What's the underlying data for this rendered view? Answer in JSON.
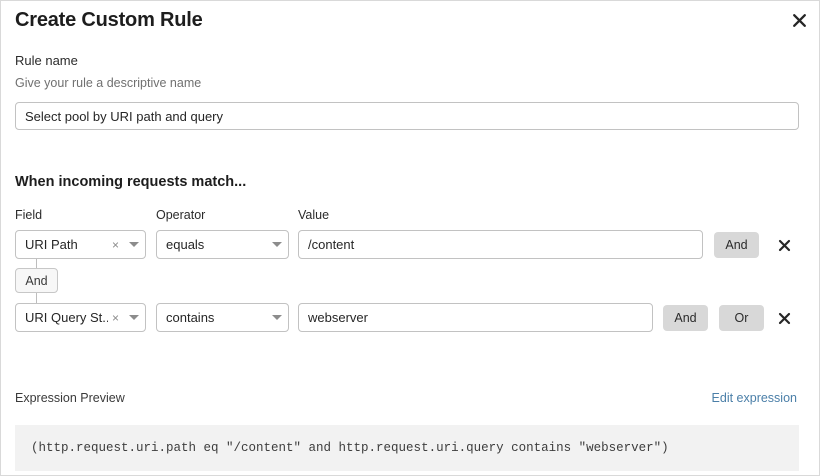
{
  "dialog": {
    "title": "Create Custom Rule",
    "close_icon": "close-icon"
  },
  "rule_name": {
    "label": "Rule name",
    "sublabel": "Give your rule a descriptive name",
    "value": "Select pool by URI path and query",
    "placeholder": "Select pool by URI path and query"
  },
  "conditions": {
    "heading": "When incoming requests match...",
    "columns": {
      "field": "Field",
      "operator": "Operator",
      "value": "Value"
    },
    "connector": {
      "label": "And"
    },
    "rows": [
      {
        "field": "URI Path",
        "operator": "equals",
        "value": "/content",
        "clear_icon": "×",
        "buttons": [
          "And"
        ],
        "delete_icon": "close-icon"
      },
      {
        "field": "URI Query St...",
        "operator": "contains",
        "value": "webserver",
        "clear_icon": "×",
        "buttons": [
          "And",
          "Or"
        ],
        "delete_icon": "close-icon"
      }
    ]
  },
  "expression_preview": {
    "label": "Expression Preview",
    "edit_link": "Edit expression",
    "code": "(http.request.uri.path eq \"/content\" and http.request.uri.query contains \"webserver\")"
  },
  "colors": {
    "link": "#4b7fa8",
    "button_bg": "#d8d8d8",
    "code_bg": "#f2f2f2",
    "border": "#c2c2c2"
  }
}
